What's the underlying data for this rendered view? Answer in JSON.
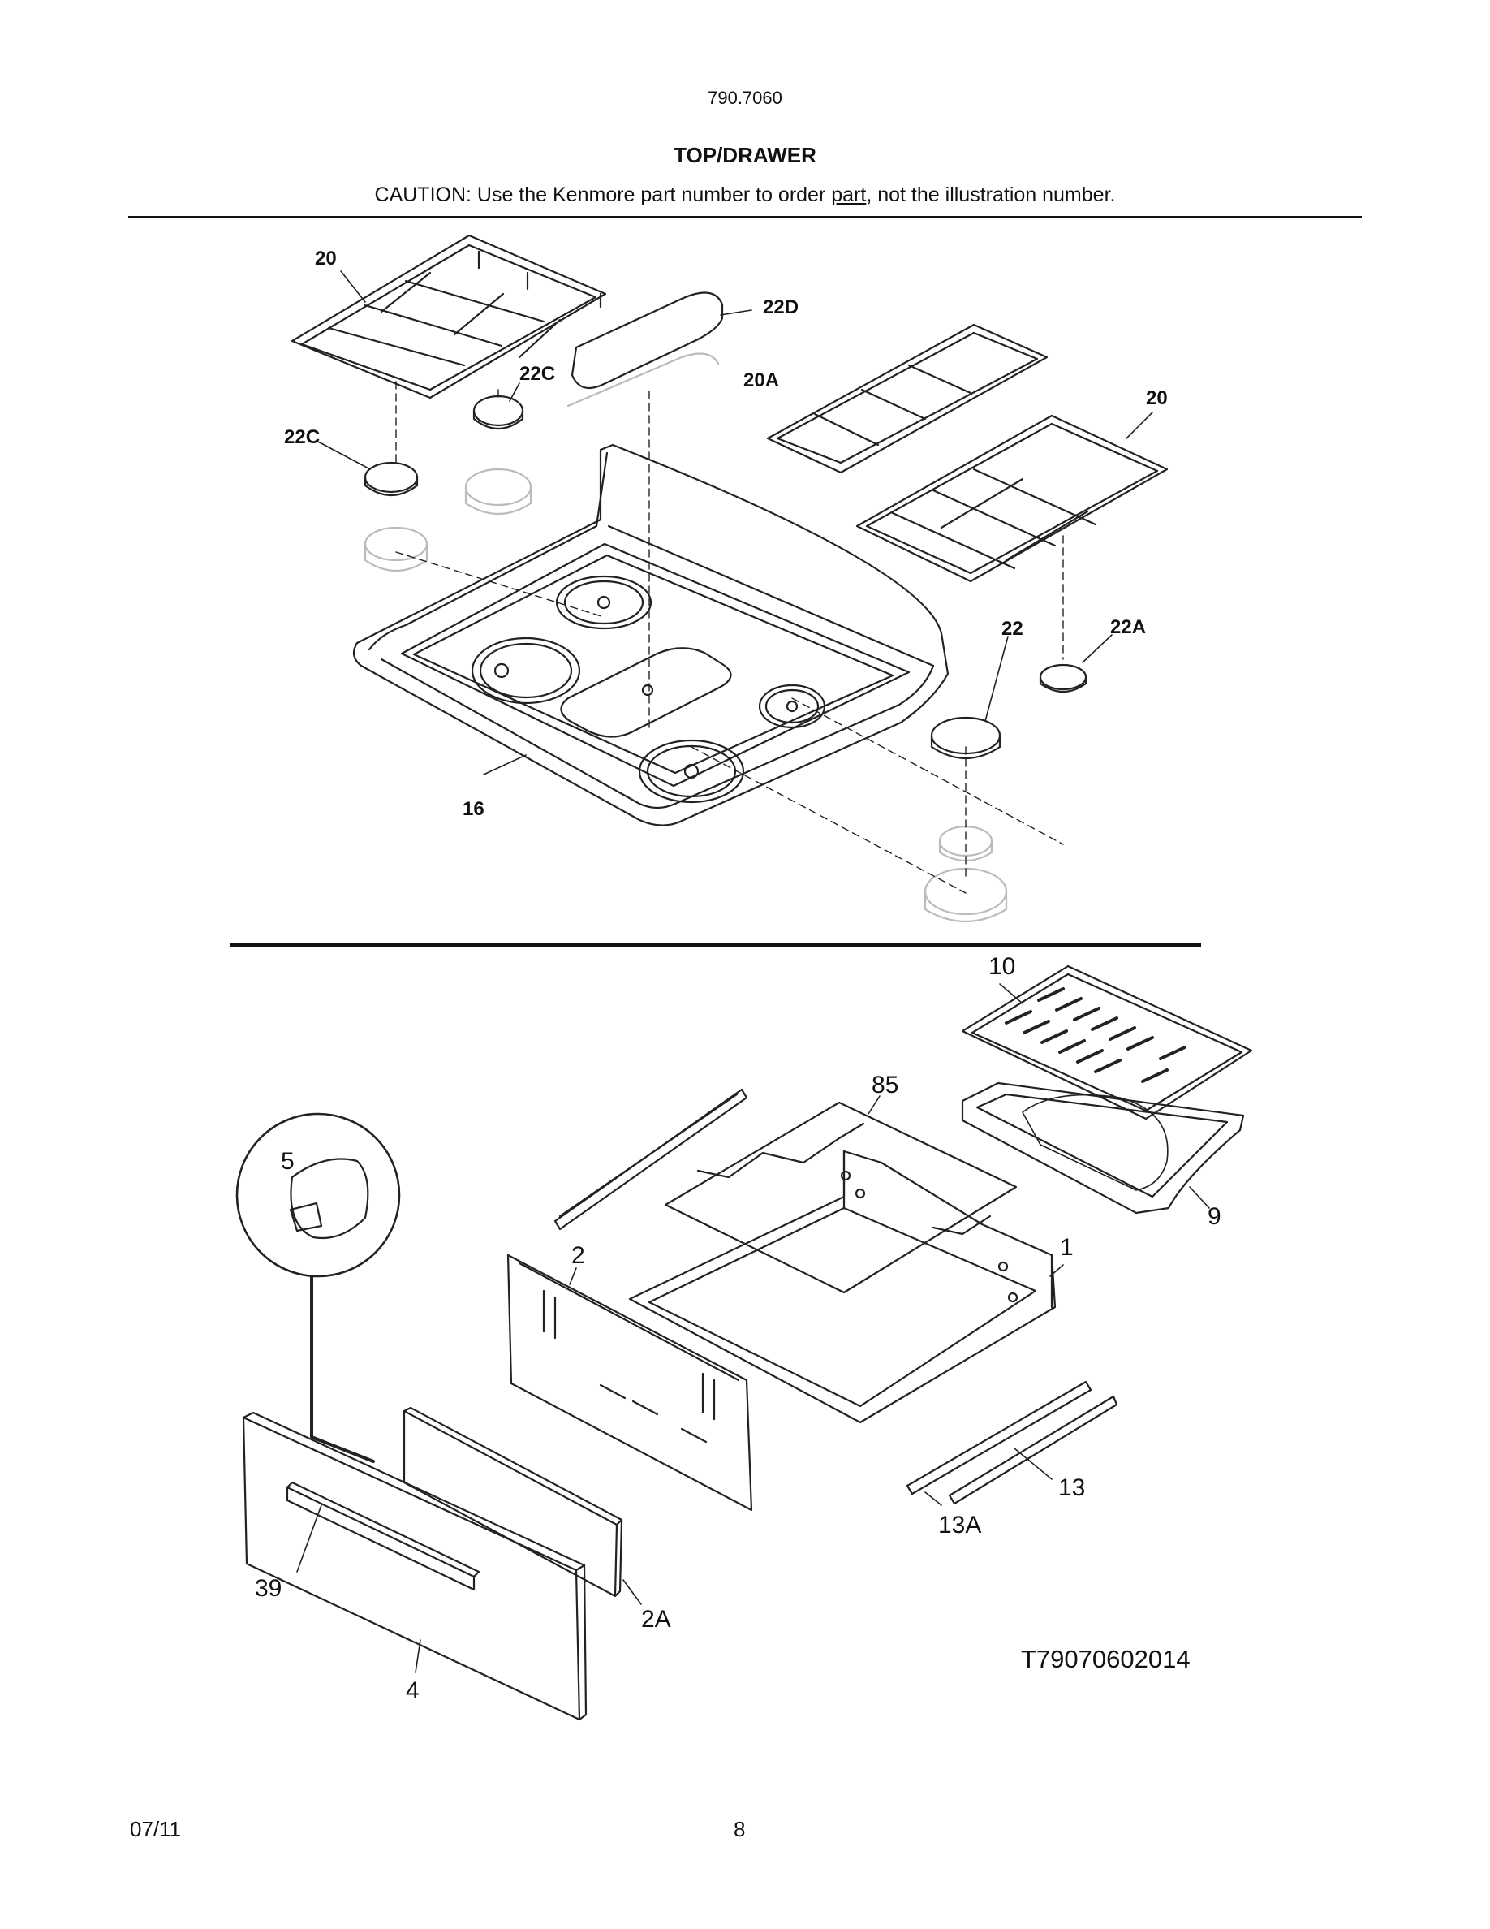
{
  "header": {
    "model": "790.7060",
    "section_title": "TOP/DRAWER",
    "caution_prefix": "CAUTION: Use the Kenmore part number to order ",
    "caution_underlined": "part",
    "caution_suffix": ", not the illustration number."
  },
  "top_callouts": [
    "20",
    "22D",
    "22C",
    "20A",
    "20",
    "22C",
    "22",
    "22A",
    "16"
  ],
  "drawer_callouts": [
    "10",
    "85",
    "5",
    "9",
    "2",
    "1",
    "13",
    "13A",
    "39",
    "2A",
    "4"
  ],
  "diagram_id": "T79070602014",
  "footer": {
    "date": "07/11",
    "page": "8"
  }
}
